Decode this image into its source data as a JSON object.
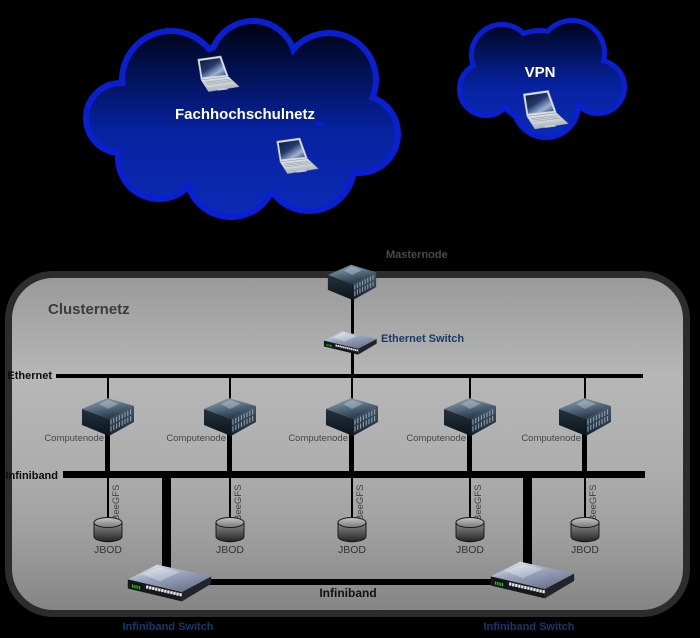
{
  "app": {
    "background": "#000000"
  },
  "clouds": [
    {
      "id": "fachhochschulnetz",
      "label": "Fachhochschulnetz",
      "label_color": "#ffffff",
      "border_color": "#0a1fd2",
      "fill_top": "#000103",
      "fill_bottom": "#0c2cb8",
      "laptop_icons": 2
    },
    {
      "id": "vpn",
      "label": "VPN",
      "label_color": "#ffffff",
      "border_color": "#0a1fd2",
      "fill_top": "#000103",
      "fill_bottom": "#0c2cb8",
      "laptop_icons": 1
    }
  ],
  "cluster": {
    "title": "Clusternetz",
    "title_color": "#3c3c3c",
    "box_border_color": "#2c2c2c",
    "line_color": "#000000",
    "masternode_label": "Masternode",
    "ethernet_switch_label": "Ethernet Switch",
    "switch_label_color": "#173a6b",
    "ethernet_bus_label": "Ethernet",
    "infiniband_bus_label": "Infiniband",
    "compute_nodes": [
      {
        "label": "Computenode",
        "fs_label": "BeeGFS",
        "storage_label": "JBOD"
      },
      {
        "label": "Computenode",
        "fs_label": "BeeGFS",
        "storage_label": "JBOD"
      },
      {
        "label": "Computenode",
        "fs_label": "BeeGFS",
        "storage_label": "JBOD"
      },
      {
        "label": "Computenode",
        "fs_label": "BeeGFS",
        "storage_label": "JBOD"
      },
      {
        "label": "Computenode",
        "fs_label": "BeeGFS",
        "storage_label": "JBOD"
      }
    ],
    "bottom_infiniband_label": "Infiniband",
    "infiniband_switches": [
      {
        "label": "Infiniband Switch"
      },
      {
        "label": "Infiniband Switch"
      }
    ]
  }
}
